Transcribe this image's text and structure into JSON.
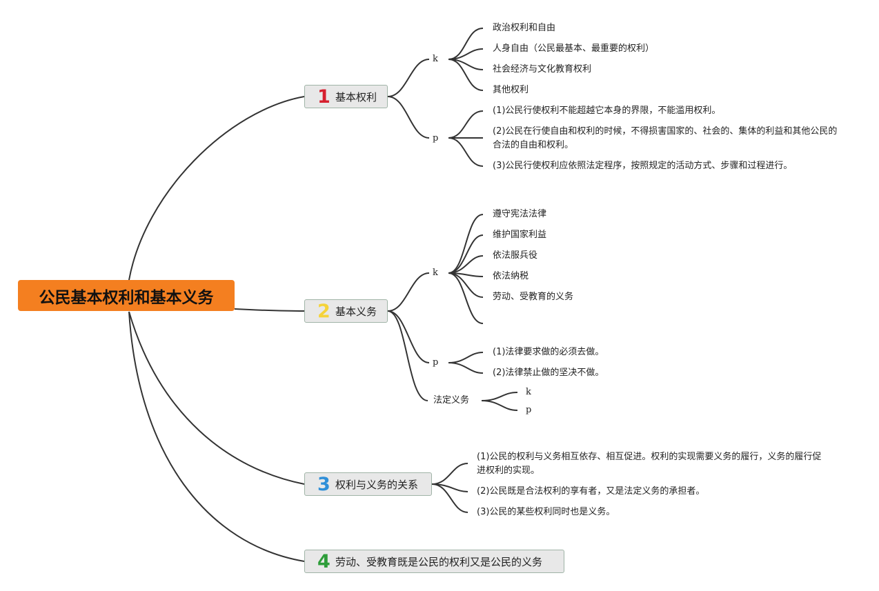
{
  "root": "公民基本权利和基本义务",
  "colors": {
    "root": "#f47f20",
    "topic_fill": "#e8e8e8",
    "num1": "#d6202f",
    "num2": "#f5d33a",
    "num3": "#2f8fd8",
    "num4": "#2e9d3a",
    "line": "#333333"
  },
  "topics": [
    {
      "num": "1",
      "label": "基本权利"
    },
    {
      "num": "2",
      "label": "基本义务"
    },
    {
      "num": "3",
      "label": "权利与义务的关系"
    },
    {
      "num": "4",
      "label": "劳动、受教育既是公民的权利又是公民的义务"
    }
  ],
  "rights": {
    "k": "k",
    "k_items": [
      "政治权利和自由",
      "人身自由（公民最基本、最重要的权利）",
      "社会经济与文化教育权利",
      "其他权利"
    ],
    "p": "p",
    "p_items": [
      "(1)公民行使权利不能超越它本身的界限，不能滥用权利。",
      "(2)公民在行使自由和权利的时候，不得损害国家的、社会的、集体的利益和其他公民的合法的自由和权利。",
      "(3)公民行使权利应依照法定程序，按照规定的活动方式、步骤和过程进行。"
    ]
  },
  "duties": {
    "k": "k",
    "k_items": [
      "遵守宪法法律",
      "维护国家利益",
      "依法服兵役",
      "依法纳税",
      "劳动、受教育的义务"
    ],
    "p": "p",
    "p_items": [
      "(1)法律要求做的必须去做。",
      "(2)法律禁止做的坚决不做。"
    ],
    "statutory": "法定义务",
    "statutory_k": "k",
    "statutory_p": "p"
  },
  "relation_items": [
    "(1)公民的权利与义务相互依存、相互促进。权利的实现需要义务的履行，义务的履行促进权利的实现。",
    "(2)公民既是合法权利的享有者，又是法定义务的承担者。",
    "(3)公民的某些权利同时也是义务。"
  ]
}
